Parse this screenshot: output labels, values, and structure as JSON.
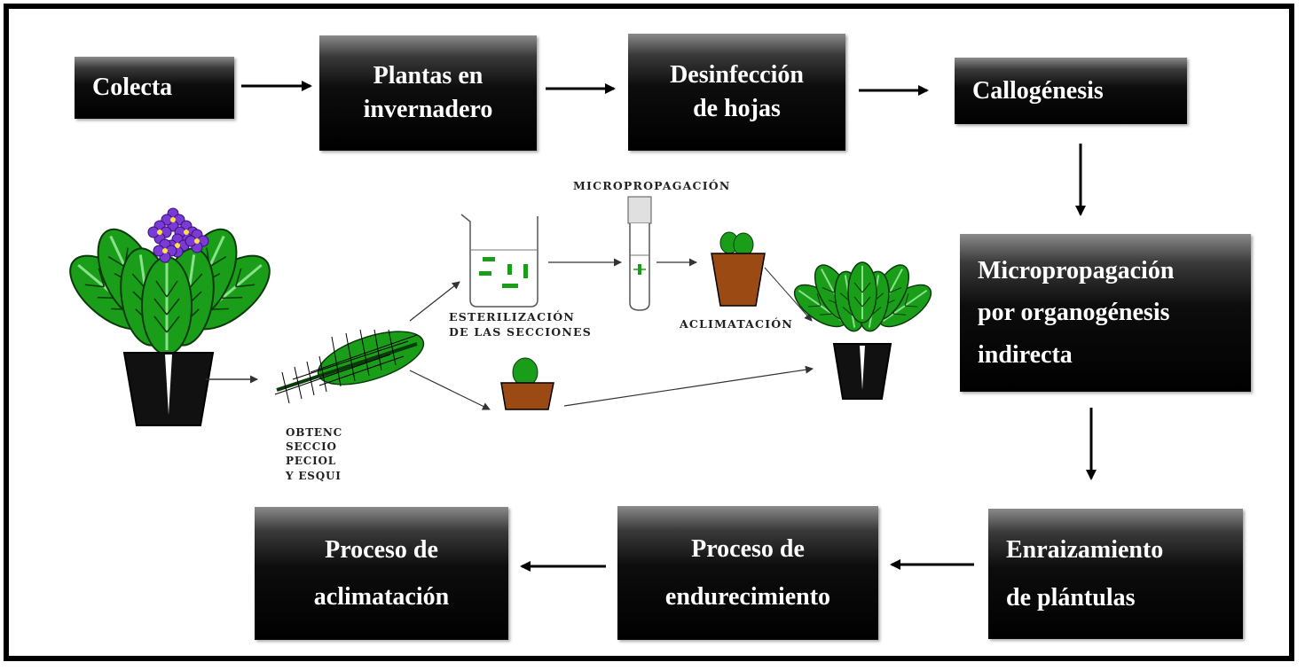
{
  "boxes": {
    "colecta": "Colecta",
    "plantas_l1": "Plantas  en",
    "plantas_l2": "invernadero",
    "desinfeccion_l1": "Desinfección",
    "desinfeccion_l2": "de  hojas",
    "callogenesis": "Callogénesis",
    "micro_l1": "Micropropagación",
    "micro_l2": "por organogénesis",
    "micro_l3": "indirecta",
    "enraiz_l1": "Enraizamiento",
    "enraiz_l2": "de  plántulas",
    "endurec_l1": "Proceso  de",
    "endurec_l2": "endurecimiento",
    "aclim_l1": "Proceso  de",
    "aclim_l2": "aclimatación"
  },
  "illustration": {
    "micropropagacion": "MICROPROPAGACIÓN",
    "esterilizacion_l1": "ESTERILIZACIÓN",
    "esterilizacion_l2": "DE LAS SECCIONES",
    "aclimatacion": "ACLIMATACIÓN",
    "obtencion_l1": "OBTENC",
    "obtencion_l2": "SECCIO",
    "obtencion_l3": "PECIOL",
    "obtencion_l4": "Y ESQUI"
  },
  "colors": {
    "leaf_green": "#1a9e1a",
    "flower_purple": "#7a3ad6",
    "pot_black": "#111111",
    "pot_brown": "#9a4a12",
    "box_black": "#000000"
  }
}
